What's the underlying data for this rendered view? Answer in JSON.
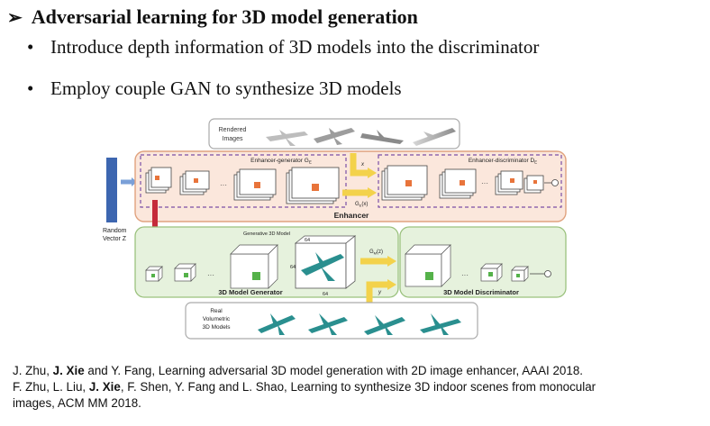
{
  "slide": {
    "title_marker": "➢",
    "title": "Adversarial learning for 3D model generation",
    "bullets": [
      {
        "marker": "•",
        "text": "Introduce depth information of 3D models into the discriminator"
      },
      {
        "marker": "•",
        "text": "Employ couple GAN to synthesize 3D models"
      }
    ]
  },
  "diagram": {
    "rendered_images_label": [
      "Rendered",
      "Images"
    ],
    "random_vector_label": [
      "Random",
      "Vector Z"
    ],
    "enhancer_generator_label": "Enhancer-generator G",
    "enhancer_generator_sub": "E",
    "enhancer_discriminator_label": "Enhancer-discriminator D",
    "enhancer_discriminator_sub": "E",
    "enhancer_label": "Enhancer",
    "x_label": "x",
    "ge_x_label": "G",
    "ge_x_sub": "E",
    "ge_x_arg": "(x)",
    "gm_x_label": "G",
    "gm_x_sub": "M",
    "gm_x_arg": "(z)",
    "y_label": "y",
    "generative_label": "Generative 3D Model",
    "dim_64": "64",
    "model_generator_label": "3D Model Generator",
    "model_discriminator_label": "3D Model Discriminator",
    "real_volumetric_label": [
      "Real",
      "Volumetric",
      "3D Models"
    ],
    "colors": {
      "blue": "#3d66b0",
      "red": "#c52a3a",
      "orange_fill": "#fbe7dc",
      "green_fill": "#e6f2dd",
      "dash_purple": "#7b4fa6"
    }
  },
  "references": [
    {
      "pre": "J. Zhu, ",
      "bold": "J. Xie",
      "post": " and Y. Fang, Learning adversarial 3D model generation with 2D image enhancer, AAAI 2018."
    },
    {
      "pre": "F. Zhu, L. Liu, ",
      "bold": "J. Xie",
      "post": ", F. Shen, Y. Fang and L. Shao, Learning to synthesize 3D indoor scenes from monocular"
    },
    {
      "pre": "images, ACM MM 2018.",
      "bold": "",
      "post": ""
    }
  ]
}
